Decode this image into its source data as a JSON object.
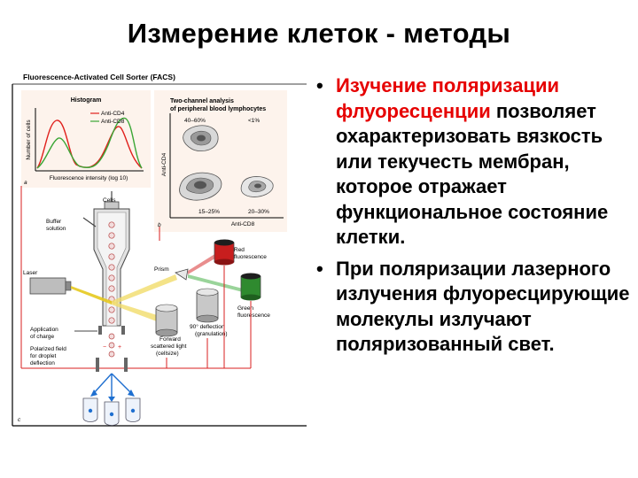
{
  "slide": {
    "title": "Измерение клеток - методы",
    "bullets": [
      {
        "highlight": "Изучение поляризации флуоресценции",
        "text": "позволяет охарактеризовать вязкость или текучесть мембран, которое отражает функциональное состояние клетки."
      },
      {
        "highlight": "",
        "text": "При поляризации лазерного излучения флуоресцирующие молекулы излучают поляризованный свет."
      }
    ]
  },
  "figure": {
    "header": "Fluorescence-Activated Cell Sorter (FACS)",
    "histogram": {
      "title": "Histogram",
      "legend": [
        "Anti-CD4",
        "Anti-CD8"
      ],
      "ylabel": "Number of cells",
      "xlabel": "Fluorescence intensity (log 10)",
      "panel_label": "a"
    },
    "twochannel": {
      "title_line1": "Two-channel analysis",
      "title_line2": "of peripheral blood lymphocytes",
      "quadrants": [
        "40–60%",
        "<1%",
        "15–25%",
        "20–30%"
      ],
      "ylabel": "Anti-CD4",
      "xlabel": "Anti-CD8",
      "panel_label": "b"
    },
    "labels": {
      "cells": "Cells",
      "buffer_l1": "Buffer",
      "buffer_l2": "solution",
      "laser": "Laser",
      "prism": "Prism",
      "red_l1": "Red",
      "red_l2": "fluorescence",
      "green_l1": "Green",
      "green_l2": "fluorescence",
      "app_l1": "Application",
      "app_l2": "of charge",
      "pol_l1": "Polarized field",
      "pol_l2": "for droplet",
      "pol_l3": "deflection",
      "fwd_l1": "Forward",
      "fwd_l2": "scattered light",
      "fwd_l3": "(cellsize)",
      "deg_l1": "90° deflection",
      "deg_l2": "(granulation)",
      "panel_label": "c"
    },
    "colors": {
      "cd4": "#e0201c",
      "cd8": "#3aa635",
      "laser_beam": "#e6c91e",
      "red_detector": "#c81e1e",
      "green_detector": "#2f8a2f",
      "wire": "#d81f1f",
      "droplet": "#1e6fd0",
      "panel_bg": "#fdf3ec"
    }
  }
}
